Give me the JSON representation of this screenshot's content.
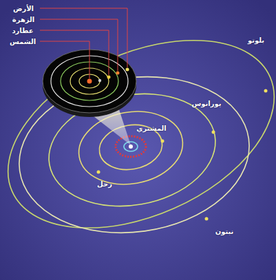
{
  "diagram": {
    "labels": [
      "الأرض",
      "الزهرة",
      "عطارد",
      "الشمس",
      "بلوتو",
      "يورانوس",
      "المشتري",
      "زحل",
      "نبتون"
    ]
  }
}
